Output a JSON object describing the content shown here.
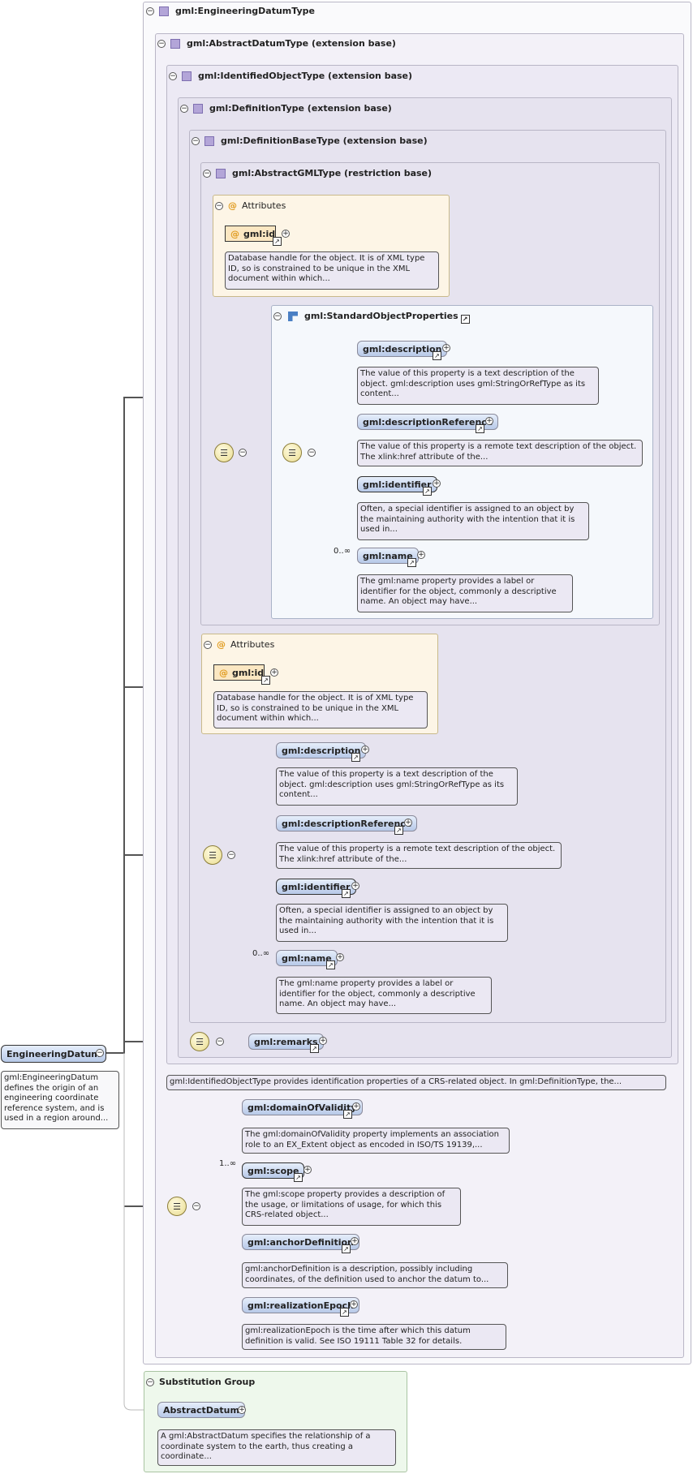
{
  "root": {
    "title": "gml:EngineeringDatumType"
  },
  "frames": {
    "abstract_datum": "gml:AbstractDatumType (extension base)",
    "identified_object": "gml:IdentifiedObjectType (extension base)",
    "definition": "gml:DefinitionType (extension base)",
    "definition_base": "gml:DefinitionBaseType (extension base)",
    "abstract_gml": "gml:AbstractGMLType (restriction base)"
  },
  "attributes_1": {
    "title": "Attributes",
    "attr_name": "gml:id",
    "doc": "Database handle for the object. It is of XML type ID, so is constrained to be unique in the XML document within which..."
  },
  "std_props": {
    "title": "gml:StandardObjectProperties",
    "items": [
      {
        "name": "gml:description",
        "doc": "The value of this property is a text description of the object. gml:description uses gml:StringOrRefType as its content..."
      },
      {
        "name": "gml:descriptionReference",
        "doc": "The value of this property is a remote text description of the object. The xlink:href attribute of the..."
      },
      {
        "name": "gml:identifier",
        "doc": "Often, a special identifier is assigned to an object by the maintaining authority with the intention that it is used in..."
      },
      {
        "name": "gml:name",
        "doc": "The gml:name property provides a label or identifier for the object, commonly a descriptive name. An object may have...",
        "card": "0..∞"
      }
    ]
  },
  "attributes_2": {
    "title": "Attributes",
    "attr_name": "gml:id",
    "doc": "Database handle for the object. It is of XML type ID, so is constrained to be unique in the XML document within which..."
  },
  "seq2": {
    "items": [
      {
        "name": "gml:description",
        "doc": "The value of this property is a text description of the object. gml:description uses gml:StringOrRefType as its content..."
      },
      {
        "name": "gml:descriptionReference",
        "doc": "The value of this property is a remote text description of the object. The xlink:href attribute of the..."
      },
      {
        "name": "gml:identifier",
        "doc": "Often, a special identifier is assigned to an object by the maintaining authority with the intention that it is used in..."
      },
      {
        "name": "gml:name",
        "doc": "The gml:name property provides a label or identifier for the object, commonly a descriptive name. An object may have...",
        "card": "0..∞"
      }
    ]
  },
  "remarks": {
    "name": "gml:remarks"
  },
  "identified_doc": "gml:IdentifiedObjectType provides identification properties of a CRS-related object. In gml:DefinitionType, the...",
  "datum_seq": {
    "items": [
      {
        "name": "gml:domainOfValidity",
        "doc": "The gml:domainOfValidity property implements an association role to an EX_Extent object as encoded in ISO/TS 19139,..."
      },
      {
        "name": "gml:scope",
        "doc": "The gml:scope property provides a description of the usage, or limitations of usage, for which this CRS-related object...",
        "card": "1..∞"
      },
      {
        "name": "gml:anchorDefinition",
        "doc": "gml:anchorDefinition is a description, possibly including coordinates, of the definition used to anchor the datum to..."
      },
      {
        "name": "gml:realizationEpoch",
        "doc": "gml:realizationEpoch is the time after which this datum definition is valid. See ISO 19111 Table 32 for details."
      }
    ]
  },
  "main_element": {
    "name": "EngineeringDatum",
    "doc": "gml:EngineeringDatum defines the origin of an engineering coordinate reference system, and is used in a region around..."
  },
  "substitution": {
    "title": "Substitution Group",
    "name": "AbstractDatum",
    "doc": "A gml:AbstractDatum specifies the relationship of a coordinate system to the earth, thus creating a coordinate..."
  },
  "glyphs": {
    "minus": "−",
    "plus": "+",
    "link": "↗",
    "at": "@",
    "seq": "☰"
  }
}
